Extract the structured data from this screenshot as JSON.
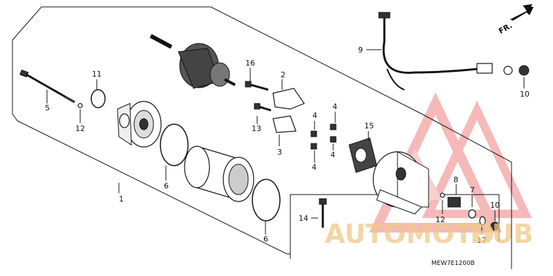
{
  "diagram": {
    "code": "MEW7E1200B",
    "fr_label": "FR.",
    "labels": [
      {
        "id": "1",
        "text": "1"
      },
      {
        "id": "2",
        "text": "2"
      },
      {
        "id": "3",
        "text": "3"
      },
      {
        "id": "4a",
        "text": "4"
      },
      {
        "id": "4b",
        "text": "4"
      },
      {
        "id": "4c",
        "text": "4"
      },
      {
        "id": "4d",
        "text": "4"
      },
      {
        "id": "5",
        "text": "5"
      },
      {
        "id": "6a",
        "text": "6"
      },
      {
        "id": "6b",
        "text": "6"
      },
      {
        "id": "7",
        "text": "7"
      },
      {
        "id": "8",
        "text": "8"
      },
      {
        "id": "9",
        "text": "9"
      },
      {
        "id": "10a",
        "text": "10"
      },
      {
        "id": "10b",
        "text": "10"
      },
      {
        "id": "11",
        "text": "11"
      },
      {
        "id": "12a",
        "text": "12"
      },
      {
        "id": "12b",
        "text": "12"
      },
      {
        "id": "13",
        "text": "13"
      },
      {
        "id": "14",
        "text": "14"
      },
      {
        "id": "15",
        "text": "15"
      },
      {
        "id": "16",
        "text": "16"
      },
      {
        "id": "17",
        "text": "17"
      }
    ]
  },
  "watermark": {
    "text_part1": "AUTOMOTO",
    "text_part2": "HUB",
    "color_primary": "#f4a6a6",
    "color_secondary": "#f0c989"
  }
}
